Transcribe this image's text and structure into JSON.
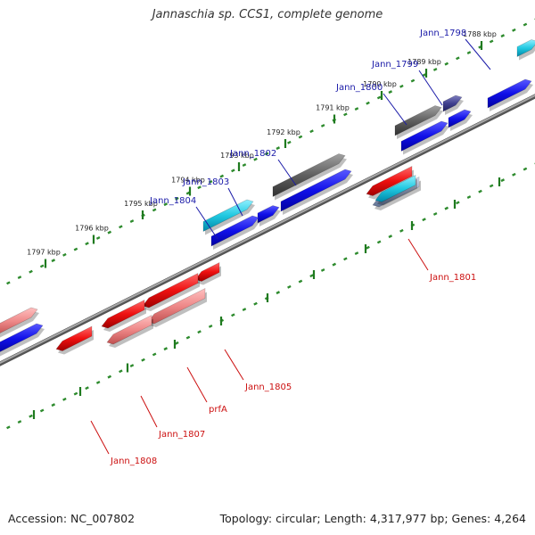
{
  "title": "Jannaschia sp. CCS1, complete genome",
  "footer": {
    "accession": "Accession: NC_007802",
    "summary": "Topology: circular; Length: 4,317,977 bp; Genes: 4,264"
  },
  "colors": {
    "backbone": "#8a8a8a",
    "tick": "#2e8b2e",
    "label_blue": "#1a1aa8",
    "label_red": "#cc1010",
    "gene_blue": "#1010e0",
    "gene_red": "#e81010",
    "gene_pink": "#e88080",
    "gene_gray": "#606060",
    "gene_cyan": "#20c0d8",
    "gene_navy": "#3a3a8a",
    "gene_steel": "#8898b8"
  },
  "scale_labels": [
    "1788 kbp",
    "1789 kbp",
    "1790 kbp",
    "1791 kbp",
    "1792 kbp",
    "1793 kbp",
    "1794 kbp",
    "1795 kbp",
    "1796 kbp",
    "1797 kbp"
  ],
  "gene_labels": [
    {
      "text": "Jann_1798",
      "color": "blue"
    },
    {
      "text": "Jann_1799",
      "color": "blue"
    },
    {
      "text": "Jann_1800",
      "color": "blue"
    },
    {
      "text": "Jann_1802",
      "color": "blue"
    },
    {
      "text": "Jann_1803",
      "color": "blue"
    },
    {
      "text": "Jann_1804",
      "color": "blue"
    },
    {
      "text": "Jann_1801",
      "color": "red"
    },
    {
      "text": "Jann_1805",
      "color": "red"
    },
    {
      "text": "prfA",
      "color": "red"
    },
    {
      "text": "Jann_1807",
      "color": "red"
    },
    {
      "text": "Jann_1808",
      "color": "red"
    }
  ]
}
